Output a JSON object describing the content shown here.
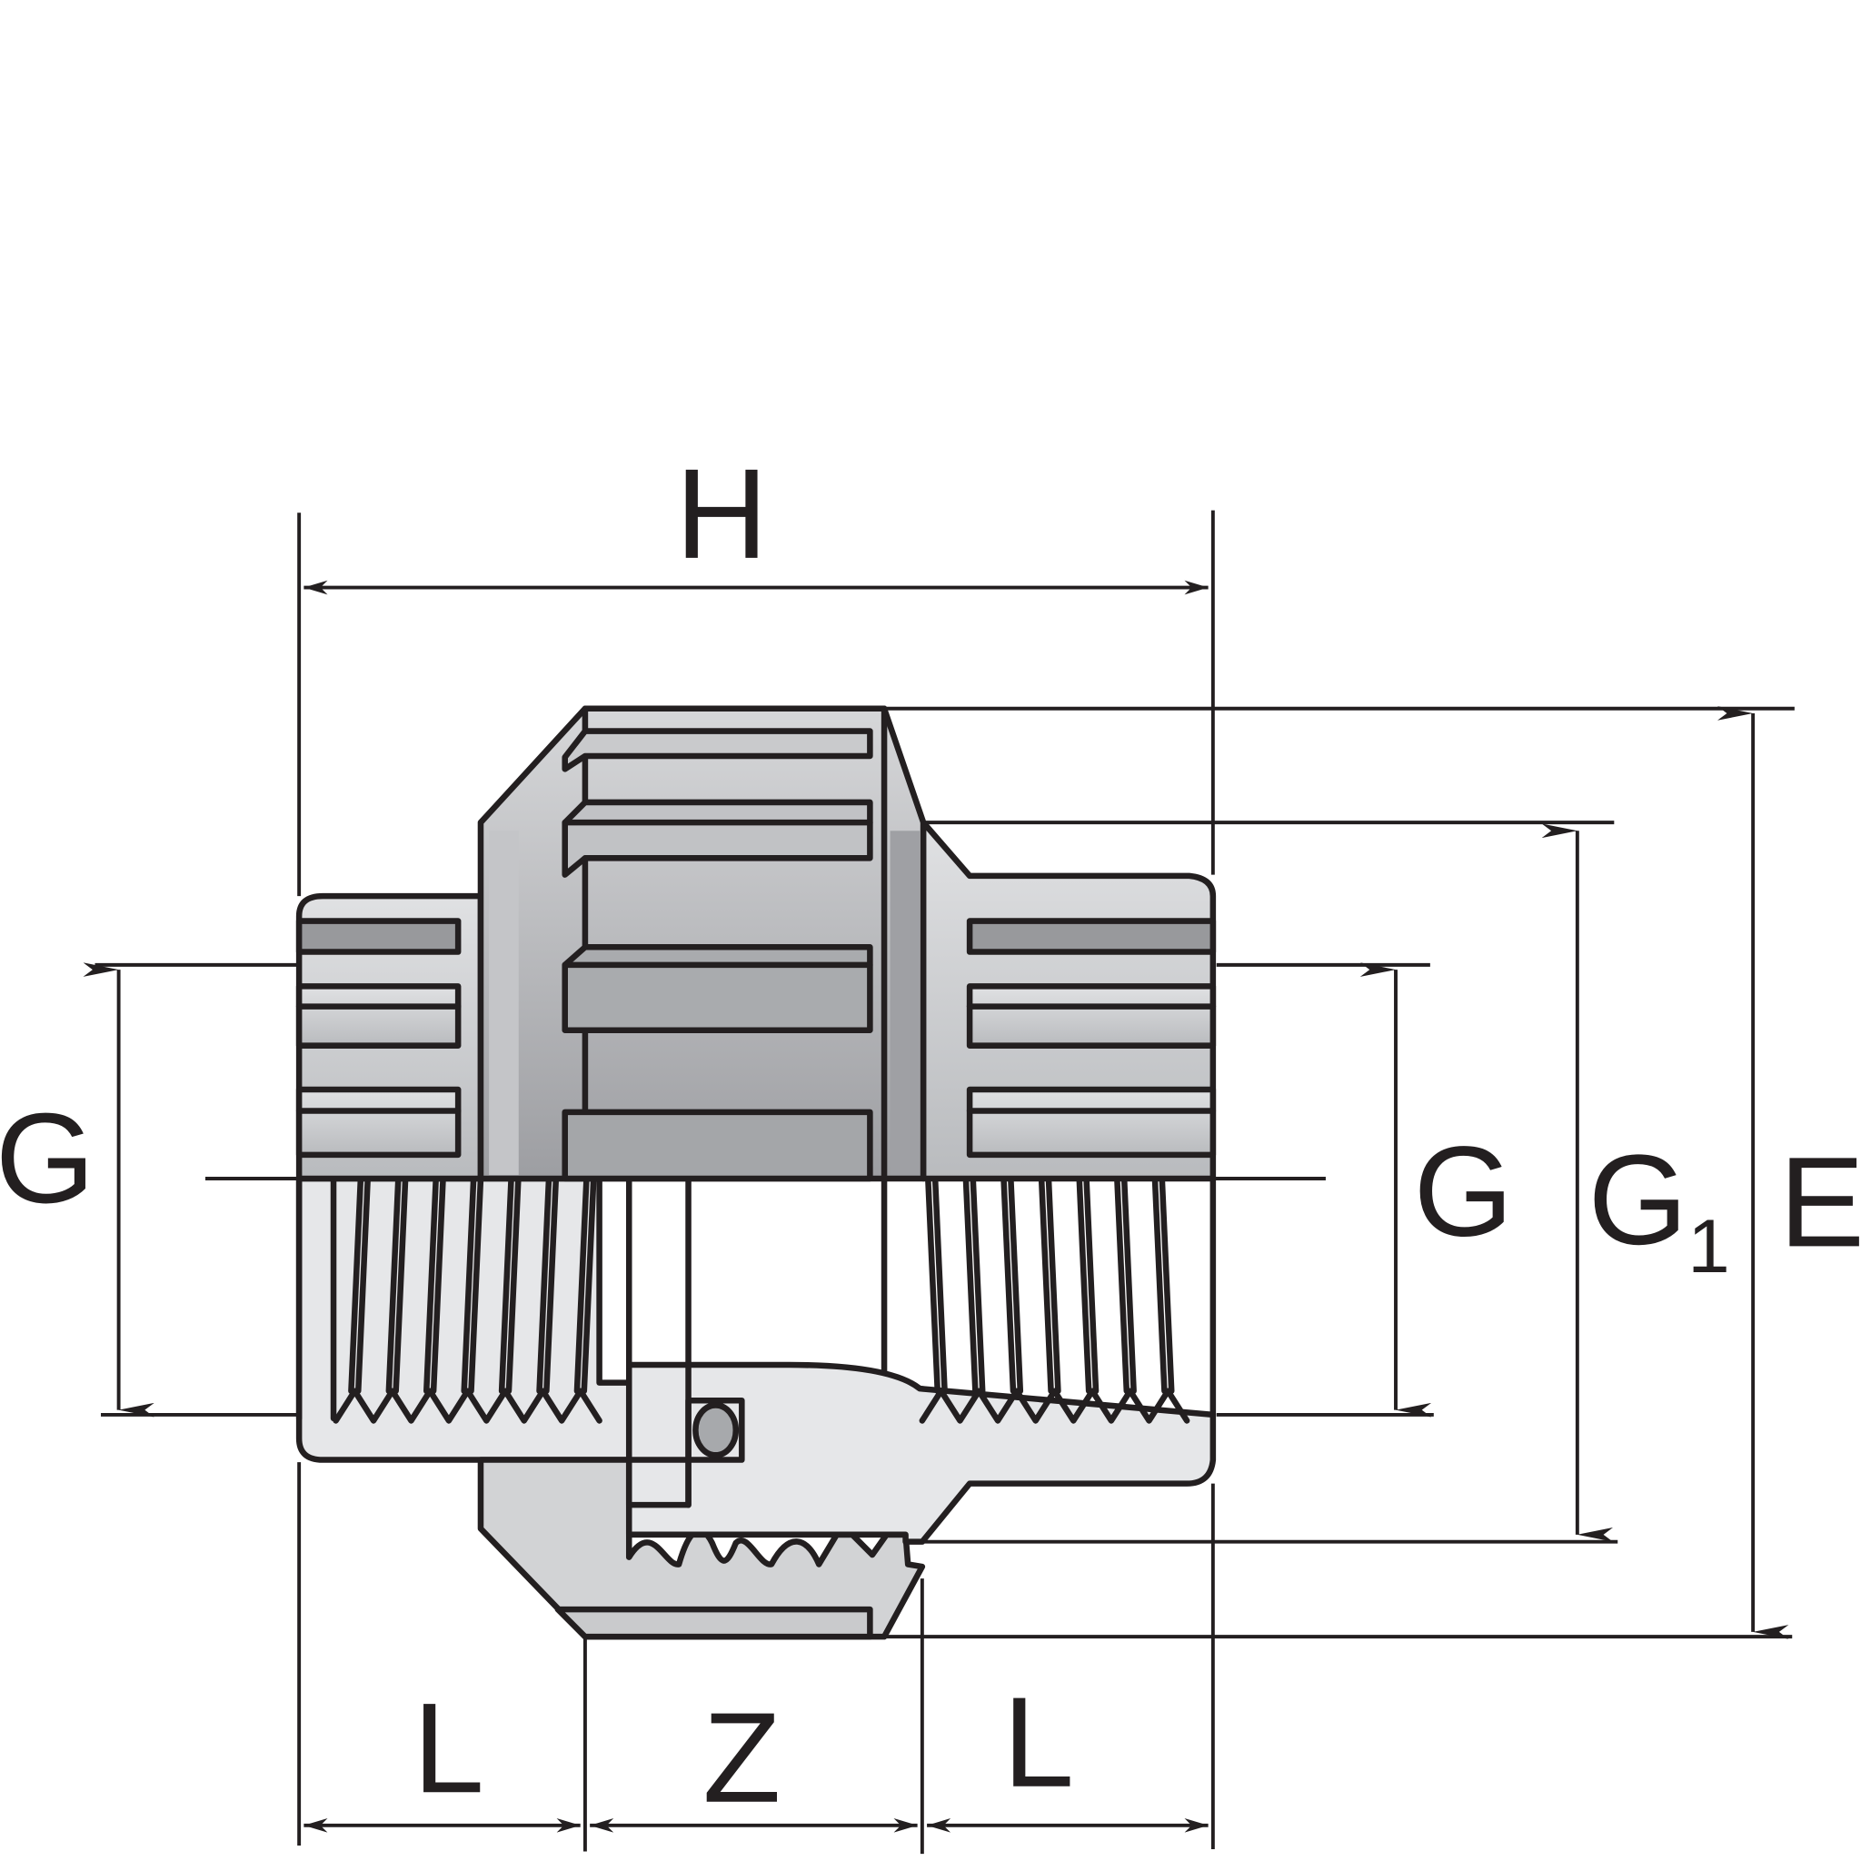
{
  "diagram": {
    "labels": {
      "overall_length": "H",
      "thread_left": "G",
      "thread_right": "G",
      "nut_thread": "G",
      "nut_thread_sub": "1",
      "nut_outer": "E",
      "length_left": "L",
      "length_center": "Z",
      "length_right": "L"
    },
    "colors": {
      "outline": "#231f20",
      "light_body": "#dcdddf",
      "mid_body": "#b4b6b9",
      "groove": "#98999c",
      "seal_face": "#e6e7e9"
    }
  }
}
